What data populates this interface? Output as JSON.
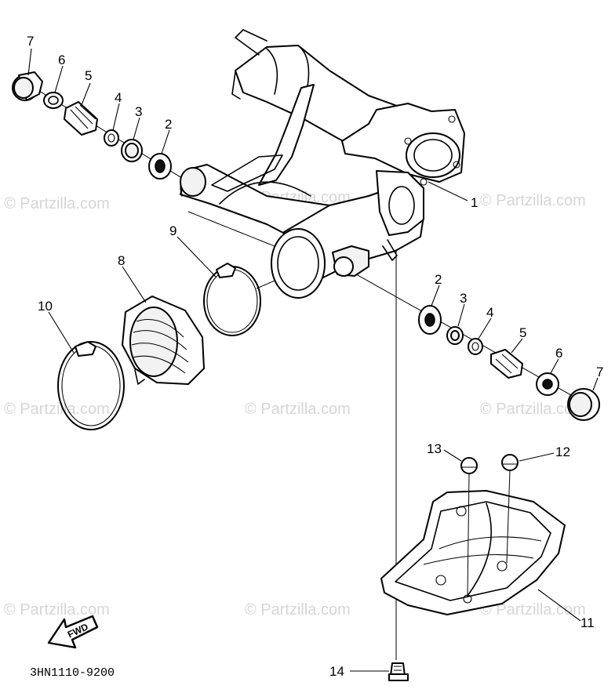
{
  "watermark": "© Partzilla.com",
  "diagram_code": "3HN1110-9200",
  "fwd_label": "FWD",
  "callouts": {
    "c1": "1",
    "c2a": "2",
    "c2b": "2",
    "c3a": "3",
    "c3b": "3",
    "c4a": "4",
    "c4b": "4",
    "c5a": "5",
    "c5b": "5",
    "c6a": "6",
    "c6b": "6",
    "c7a": "7",
    "c7b": "7",
    "c8": "8",
    "c9": "9",
    "c10": "10",
    "c11": "11",
    "c12": "12",
    "c13": "13",
    "c14": "14"
  }
}
